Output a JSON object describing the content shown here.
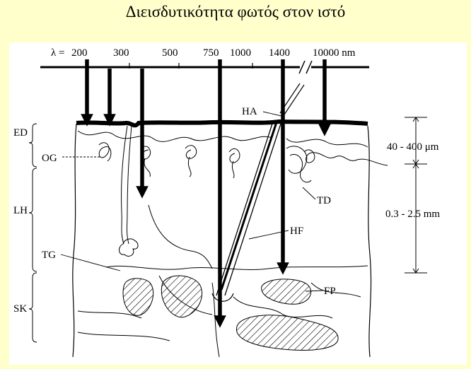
{
  "title": "Διεισδυτικότητα φωτός στον ιστό",
  "wavelength_scale": {
    "prefix": "λ = ",
    "ticks": [
      "200",
      "300",
      "500",
      "750",
      "1000",
      "1400",
      "10000 nm"
    ]
  },
  "layers": {
    "ed": "ED",
    "lh": "LH",
    "sk": "SK"
  },
  "structures": {
    "og": "OG",
    "tg": "TG",
    "ha": "HA",
    "hf": "HF",
    "td": "TD",
    "fp": "FP"
  },
  "depths": {
    "upper": "40 - 400 μm",
    "lower": "0.3 - 2.5 mm"
  },
  "colors": {
    "background": "#ffffcc",
    "panel": "#ffffff",
    "ink": "#000000"
  }
}
